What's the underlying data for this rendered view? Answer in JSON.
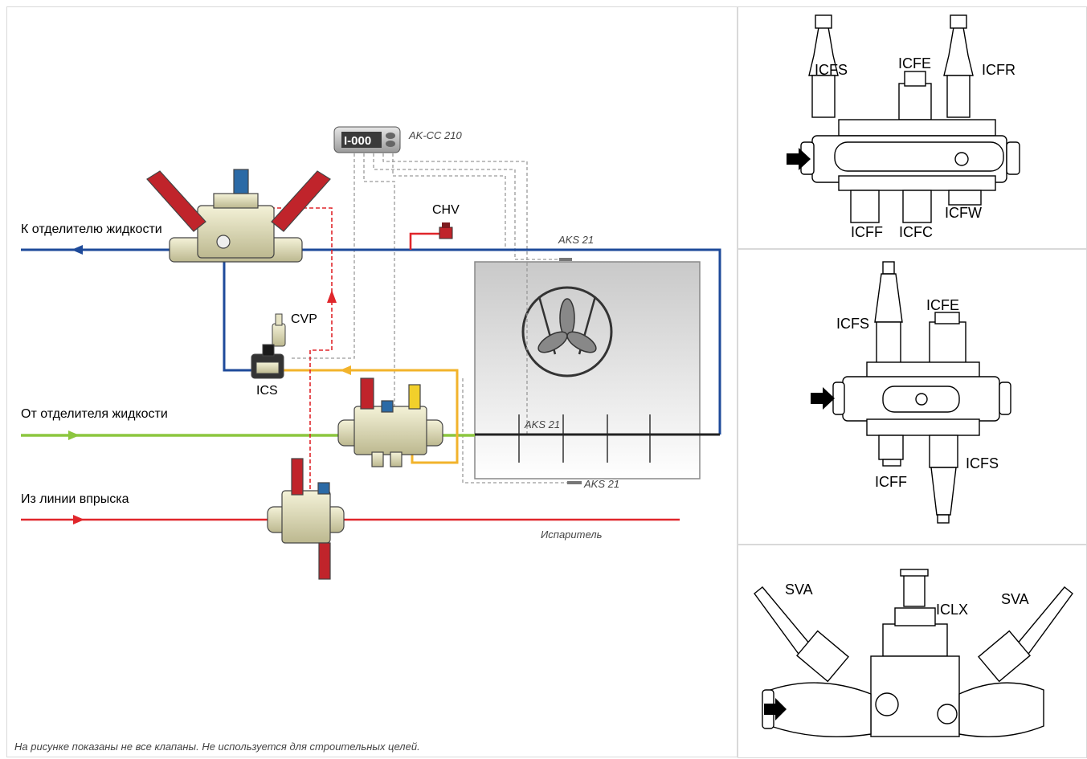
{
  "main_diagram": {
    "labels": {
      "to_separator": "К отделителю жидкости",
      "from_separator": "От отделителя жидкости",
      "injection": "Из линии впрыска",
      "chv": "CHV",
      "cvp": "CVP",
      "ics": "ICS",
      "controller": "AK-CC 210",
      "sensor_top": "AKS 21",
      "sensor_mid": "AKS 21",
      "sensor_bottom": "AKS 21",
      "evaporator": "Испаритель",
      "display": "I-000"
    },
    "footnote": "На рисунке показаны не все клапаны. Не используется для строительных целей.",
    "line_colors": {
      "wet_return": "#1e4a9a",
      "liquid": "#8cc63f",
      "hot_gas": "#e0262b",
      "intermediate": "#f2b32b",
      "signal": "#9a9a9a"
    }
  },
  "panel_1": {
    "labels": [
      "ICFS",
      "ICFE",
      "ICFR",
      "ICFF",
      "ICFC",
      "ICFW"
    ]
  },
  "panel_2": {
    "labels": [
      "ICFS",
      "ICFE",
      "ICFS",
      "ICFF"
    ]
  },
  "panel_3": {
    "labels": [
      "SVA",
      "ICLX",
      "SVA"
    ]
  }
}
